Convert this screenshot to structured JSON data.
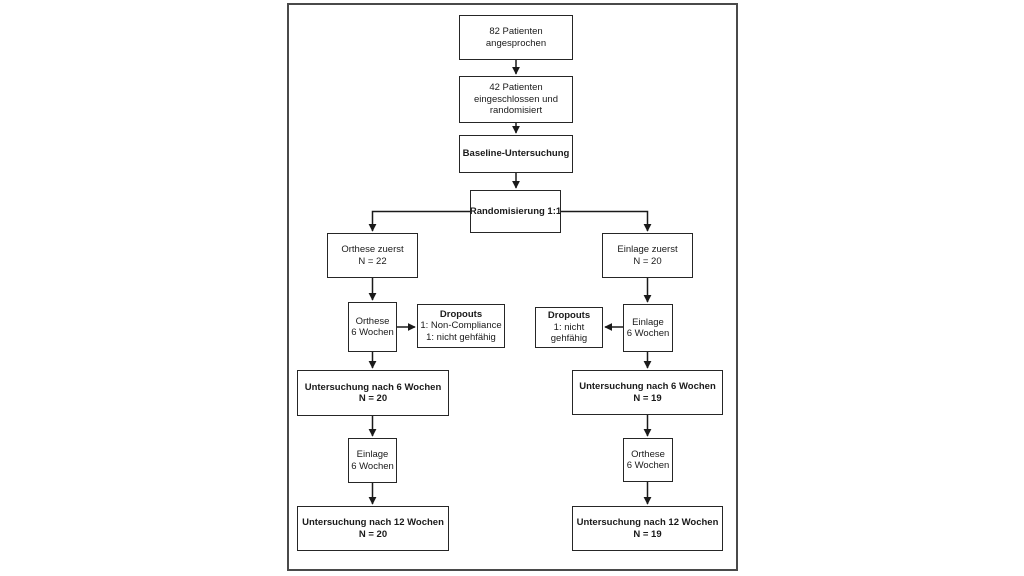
{
  "flowchart": {
    "nodes": {
      "approached": {
        "line1": "82 Patienten",
        "line2": "angesprochen"
      },
      "enrolled": {
        "line1": "42 Patienten",
        "line2": "eingeschlossen und",
        "line3": "randomisiert"
      },
      "baseline": {
        "line1": "Baseline-Untersuchung"
      },
      "randomization": {
        "line1": "Randomisierung 1:1"
      },
      "orthosis_first": {
        "line1": "Orthese zuerst",
        "line2": "N = 22"
      },
      "orthosis_6w_left": {
        "line1": "Orthese",
        "line2": "6 Wochen"
      },
      "dropouts_left": {
        "title": "Dropouts",
        "line1": "1: Non-Compliance",
        "line2": "1: nicht gehfähig"
      },
      "exam_6w_left": {
        "line1": "Untersuchung nach 6 Wochen",
        "line2": "N = 20"
      },
      "insole_6w_left": {
        "line1": "Einlage",
        "line2": "6 Wochen"
      },
      "exam_12w_left": {
        "line1": "Untersuchung nach 12 Wochen",
        "line2": "N = 20"
      },
      "insole_first": {
        "line1": "Einlage zuerst",
        "line2": "N = 20"
      },
      "insole_6w_right": {
        "line1": "Einlage",
        "line2": "6 Wochen"
      },
      "dropouts_right": {
        "title": "Dropouts",
        "line1": "1: nicht",
        "line2": "gehfähig"
      },
      "exam_6w_right": {
        "line1": "Untersuchung nach 6 Wochen",
        "line2": "N = 19"
      },
      "orthosis_6w_right": {
        "line1": "Orthese",
        "line2": "6 Wochen"
      },
      "exam_12w_right": {
        "line1": "Untersuchung nach 12 Wochen",
        "line2": "N = 19"
      }
    },
    "colors": {
      "frame_border": "#4a4a4a",
      "node_border": "#262626",
      "connector": "#1a1a1a",
      "text": "#1a1a1a",
      "background": "#ffffff"
    }
  }
}
